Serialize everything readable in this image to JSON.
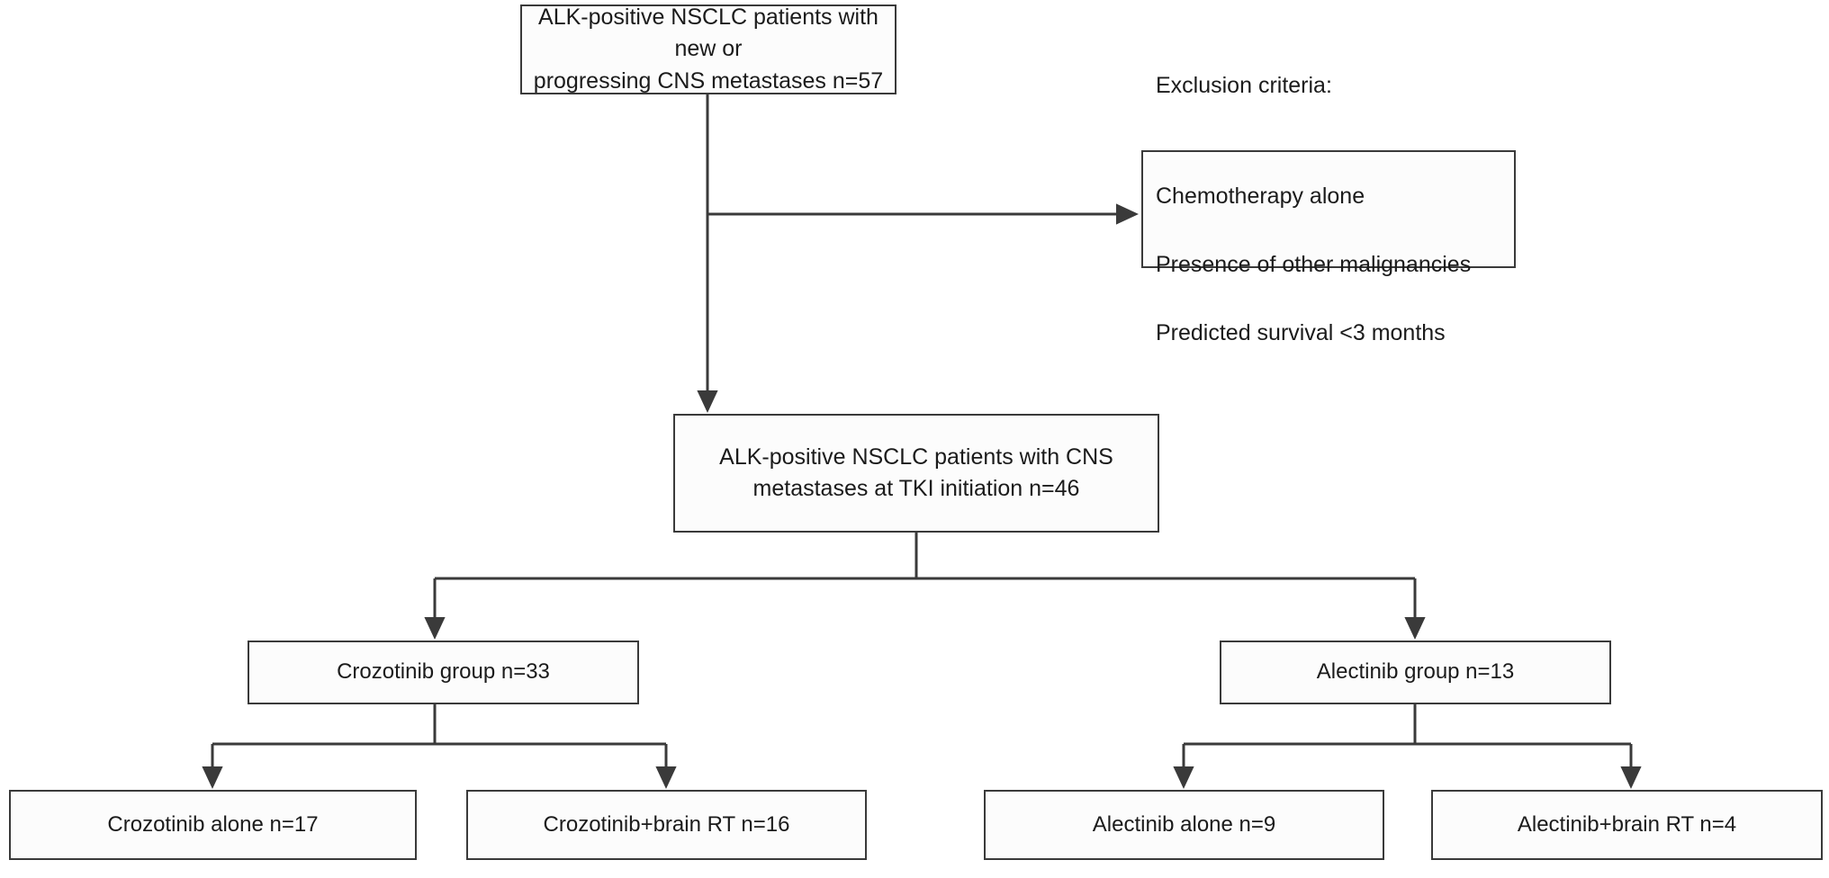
{
  "diagram": {
    "title": "ALK-positive NSCLC CNS metastases patient flow diagram",
    "stroke_color": "#3a3a3a",
    "fill_color": "#fcfcfc",
    "text_color": "#1b1b1b",
    "nodes": {
      "enrolled": {
        "label": "ALK-positive NSCLC patients with new or\nprogressing CNS metastases n=57",
        "n": 57
      },
      "exclusion": {
        "heading": "Exclusion criteria:",
        "criteria": [
          "Chemotherapy alone",
          "Presence of other malignancies",
          "Predicted survival <3 months"
        ]
      },
      "included": {
        "label": "ALK-positive NSCLC patients with CNS\nmetastases at TKI initiation n=46",
        "n": 46
      },
      "crozotinib_group": {
        "label": "Crozotinib group n=33",
        "n": 33
      },
      "alectinib_group": {
        "label": "Alectinib group n=13",
        "n": 13
      },
      "crozotinib_alone": {
        "label": "Crozotinib alone n=17",
        "n": 17
      },
      "crozotinib_rt": {
        "label": "Crozotinib+brain RT n=16",
        "n": 16
      },
      "alectinib_alone": {
        "label": "Alectinib alone n=9",
        "n": 9
      },
      "alectinib_rt": {
        "label": "Alectinib+brain RT n=4",
        "n": 4
      }
    }
  }
}
